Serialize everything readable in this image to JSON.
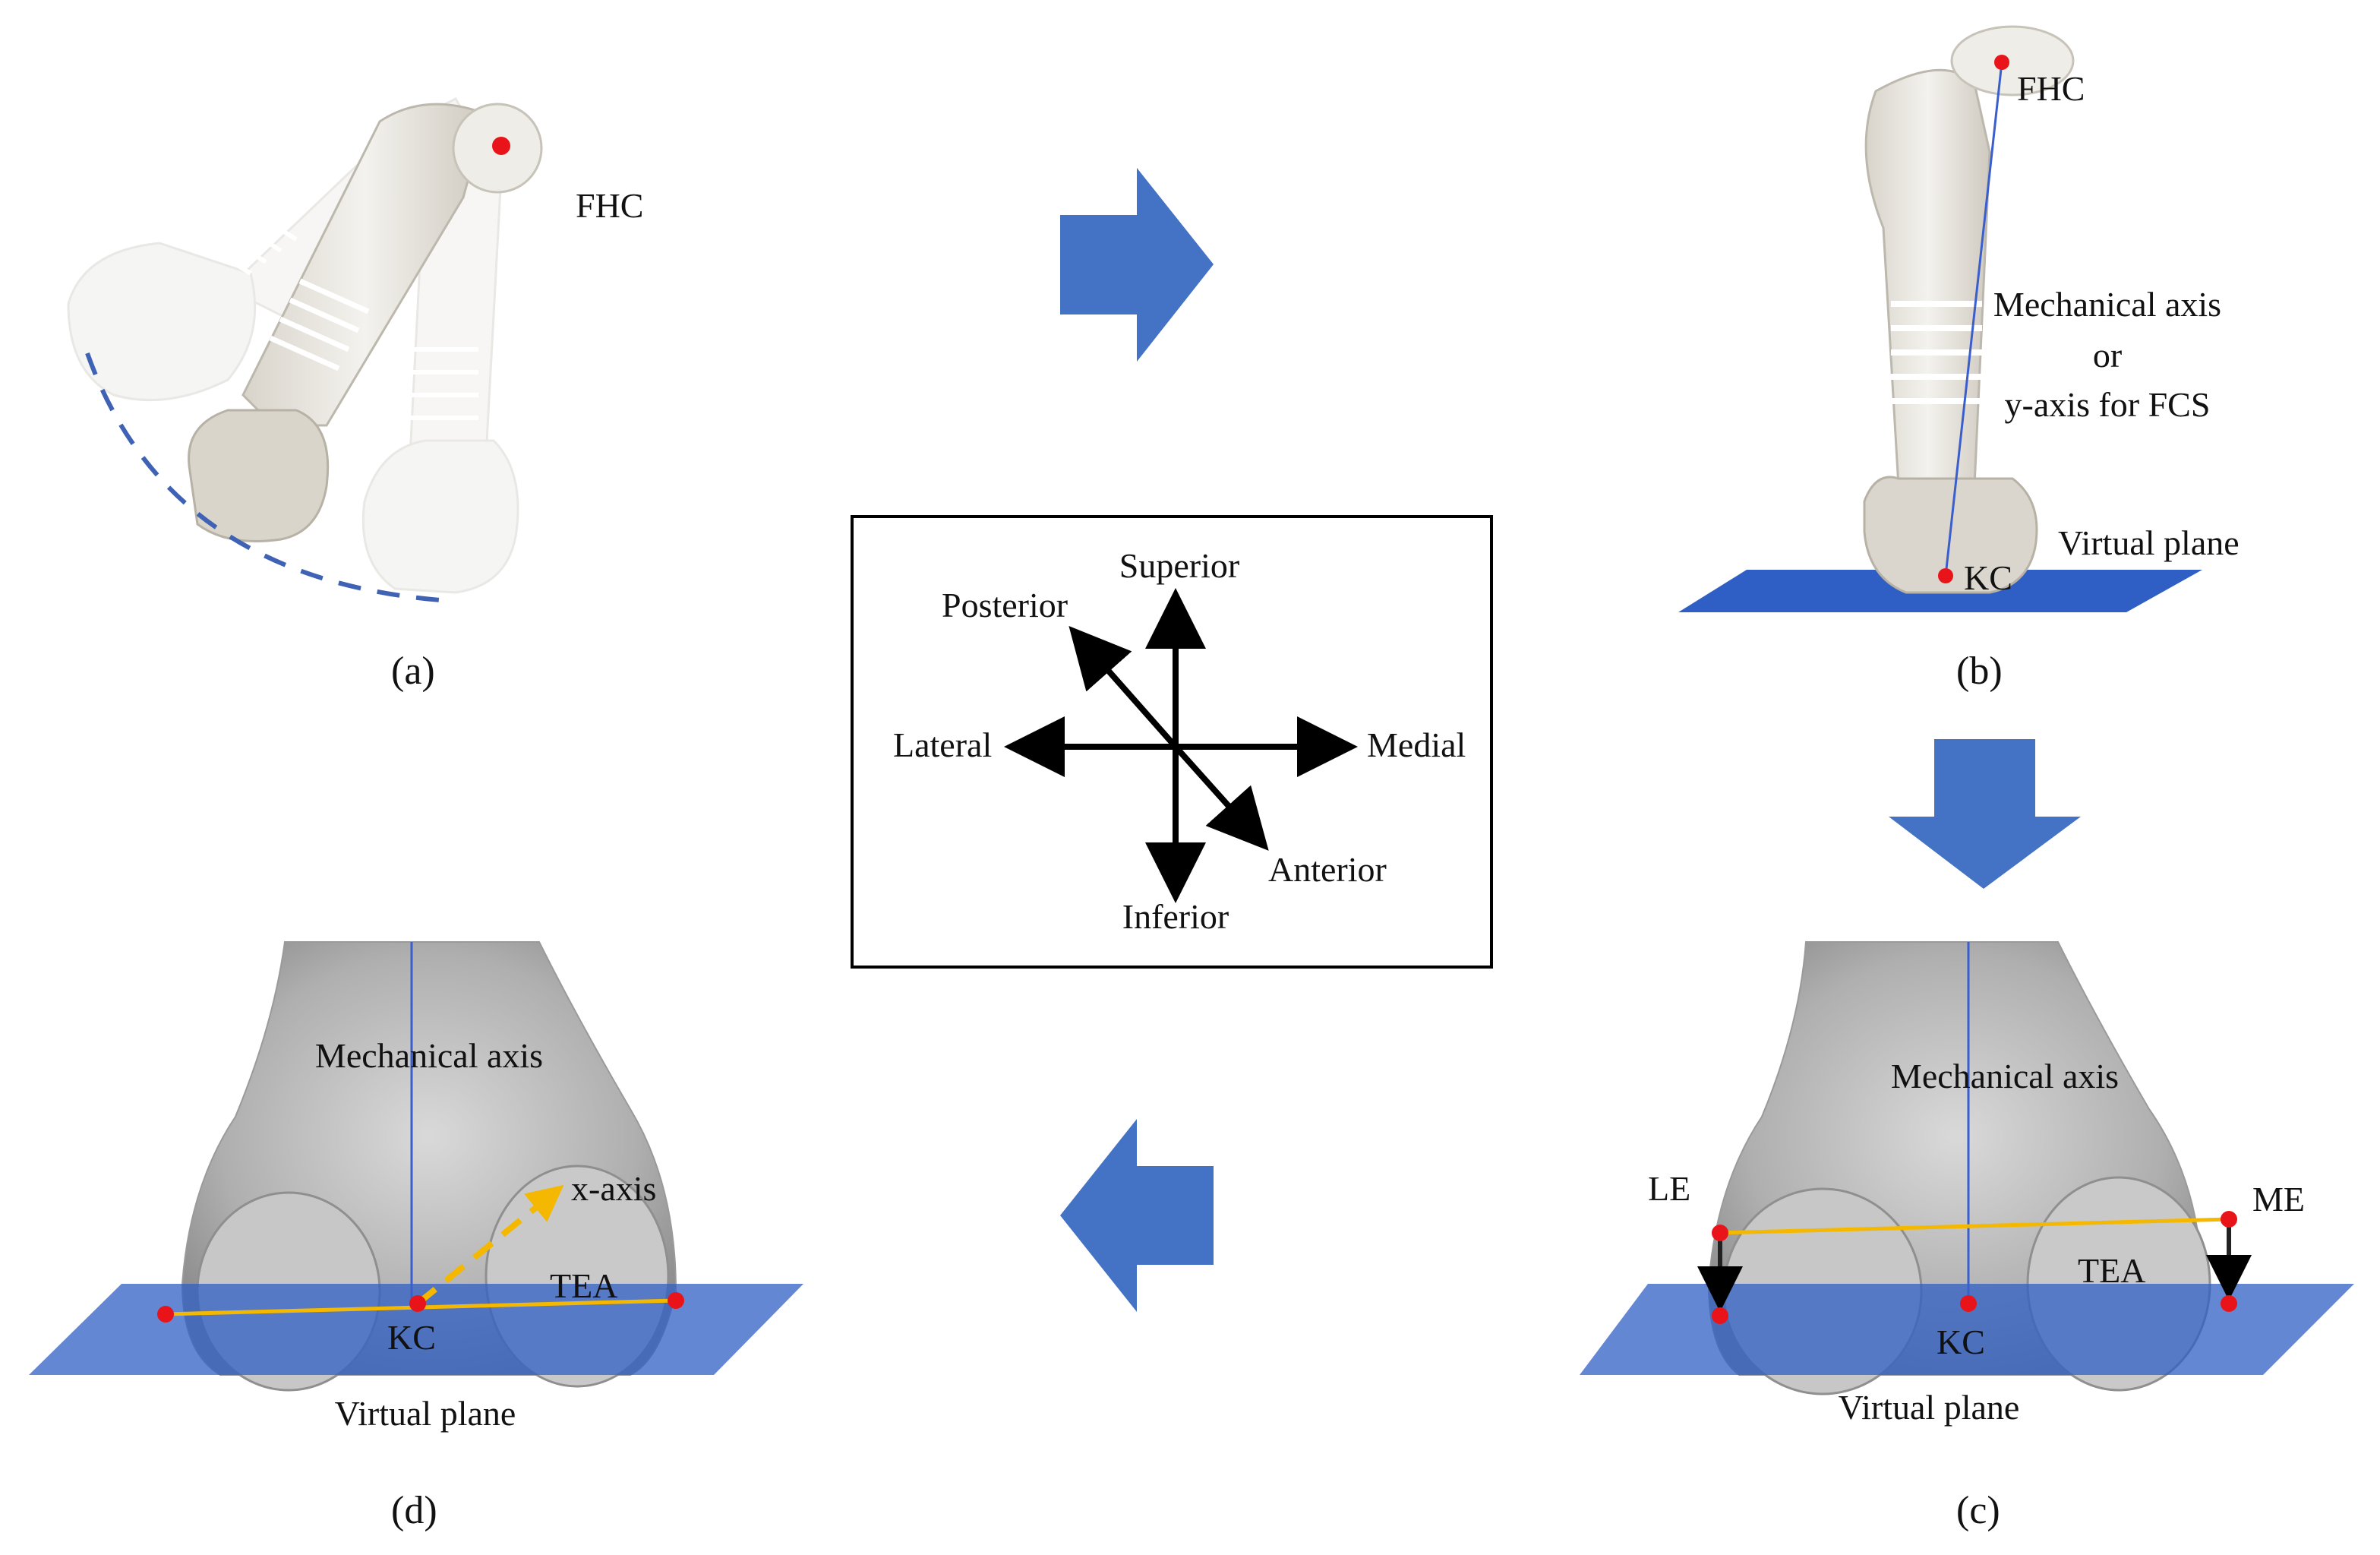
{
  "colors": {
    "arrow_blue": "#4472C4",
    "plane_blue": "#2F5FC4",
    "dot_red": "#E8141A",
    "tea_orange": "#F5B800",
    "axis_line": "#3A5FCD",
    "bone_light": "#EDEBE6",
    "condyle_gray": "#A9A9A9"
  },
  "panel_a": {
    "caption": "(a)",
    "fhc_label": "FHC"
  },
  "panel_b": {
    "caption": "(b)",
    "fhc_label": "FHC",
    "axis_line1": "Mechanical axis",
    "axis_line2": "or",
    "axis_line3": "y-axis  for FCS",
    "plane_label": "Virtual plane",
    "kc_label": "KC"
  },
  "panel_c": {
    "caption": "(c)",
    "axis_label": "Mechanical axis",
    "le_label": "LE",
    "me_label": "ME",
    "tea_label": "TEA",
    "kc_label": "KC",
    "plane_label": "Virtual plane"
  },
  "panel_d": {
    "caption": "(d)",
    "axis_label": "Mechanical axis",
    "xaxis_label": "x-axis",
    "tea_label": "TEA",
    "kc_label": "KC",
    "plane_label": "Virtual plane"
  },
  "legend": {
    "superior": "Superior",
    "inferior": "Inferior",
    "lateral": "Lateral",
    "medial": "Medial",
    "posterior": "Posterior",
    "anterior": "Anterior"
  }
}
